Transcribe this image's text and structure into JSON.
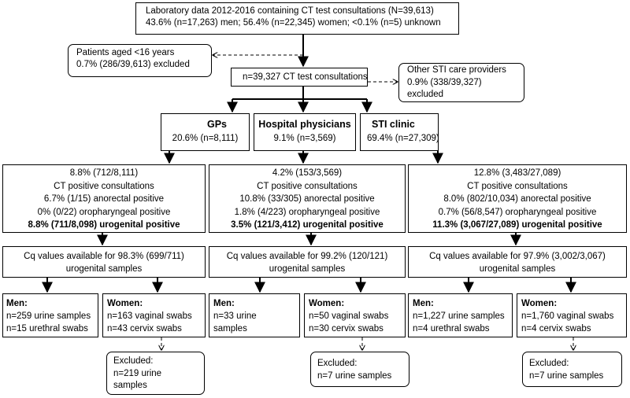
{
  "top": {
    "line1": "Laboratory data 2012-2016 containing CT test consultations (N=39,613)",
    "line2": "43.6% (n=17,263) men; 56.4% (n=22,345) women; <0.1% (n=5) unknown"
  },
  "excluded_age": {
    "line1": "Patients aged <16 years",
    "line2": "0.7% (286/39,613) excluded"
  },
  "consultations": {
    "line1": "n=39,327 CT test consultations"
  },
  "excluded_other": {
    "line1": "Other STI care providers",
    "line2": "0.9% (338/39,327)",
    "line3": "excluded"
  },
  "providers": [
    {
      "title": "GPs",
      "line2": "20.6% (n=8,111)"
    },
    {
      "title": "Hospital physicians",
      "line2": "9.1% (n=3,569)"
    },
    {
      "title": "STI clinic",
      "line2": "69.4% (n=27,309)"
    }
  ],
  "positives": [
    {
      "l1": "8.8% (712/8,111)",
      "l2": "CT positive consultations",
      "l3": "6.7% (1/15) anorectal positive",
      "l4": "0% (0/22) oropharyngeal positive",
      "l5": "8.8% (711/8,098) urogenital positive"
    },
    {
      "l1": "4.2% (153/3,569)",
      "l2": "CT positive consultations",
      "l3": "10.8% (33/305) anorectal positive",
      "l4": "1.8% (4/223) oropharyngeal positive",
      "l5": "3.5% (121/3,412) urogenital positive"
    },
    {
      "l1": "12.8% (3,483/27,089)",
      "l2": "CT positive consultations",
      "l3": "8.0% (802/10,034) anorectal positive",
      "l4": "0.7% (56/8,547) oropharyngeal positive",
      "l5": "11.3% (3,067/27,089) urogenital positive"
    }
  ],
  "cq": [
    {
      "l1": "Cq values available for 98.3% (699/711)",
      "l2": "urogenital samples"
    },
    {
      "l1": "Cq values available for 99.2% (120/121)",
      "l2": "urogenital samples"
    },
    {
      "l1": "Cq values available for 97.9% (3,002/3,067)",
      "l2": "urogenital samples"
    }
  ],
  "samples": [
    {
      "title": "Men:",
      "l2": "n=259 urine samples",
      "l3": "n=15 urethral swabs"
    },
    {
      "title": "Women:",
      "l2": "n=163 vaginal swabs",
      "l3": "n=43 cervix swabs"
    },
    {
      "title": "Men:",
      "l2": "n=33 urine",
      "l3": "samples"
    },
    {
      "title": "Women:",
      "l2": "n=50 vaginal swabs",
      "l3": "n=30 cervix swabs"
    },
    {
      "title": "Men:",
      "l2": "n=1,227 urine samples",
      "l3": "n=4 urethral swabs"
    },
    {
      "title": "Women:",
      "l2": "n=1,760 vaginal swabs",
      "l3": "n=4 cervix swabs"
    }
  ],
  "excluded_samples": [
    {
      "l1": "Excluded:",
      "l2": "n=219 urine",
      "l3": "samples"
    },
    {
      "l1": "Excluded:",
      "l2": "n=7 urine samples"
    },
    {
      "l1": "Excluded:",
      "l2": "n=7 urine samples"
    }
  ]
}
